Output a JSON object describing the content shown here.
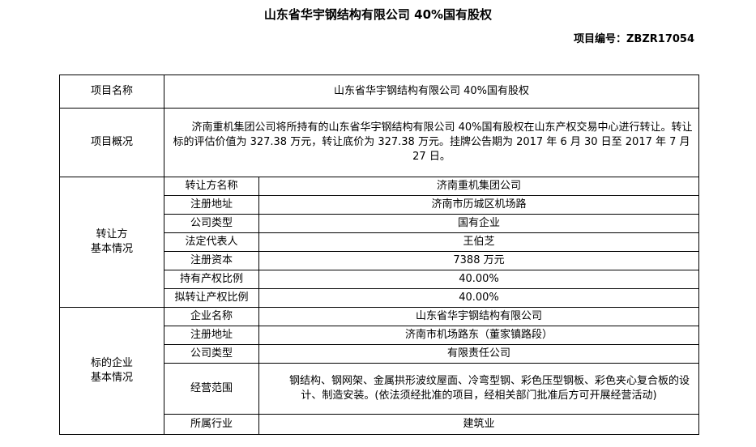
{
  "title": "山东省华宇钢结构有限公司 40%国有股权",
  "project_code": "项目编号：ZBZR17054",
  "rows": {
    "name": {
      "label": "项目名称",
      "value": "山东省华宇钢结构有限公司 40%国有股权"
    },
    "overview": {
      "label": "项目概况",
      "value": "济南重机集团公司将所持有的山东省华宇钢结构有限公司 40%国有股权在山东产权交易中心进行转让。转让标的评估价值为 327.38 万元，转让底价为 327.38 万元。挂牌公告期为 2017 年 6 月 30 日至 2017 年 7 月 27 日。"
    }
  },
  "transferor": {
    "label_line1": "转让方",
    "label_line2": "基本情况",
    "items": [
      {
        "label": "转让方名称",
        "value": "济南重机集团公司"
      },
      {
        "label": "注册地址",
        "value": "济南市历城区机场路"
      },
      {
        "label": "公司类型",
        "value": "国有企业"
      },
      {
        "label": "法定代表人",
        "value": "王伯芝"
      },
      {
        "label": "注册资本",
        "value": "7388 万元"
      },
      {
        "label": "持有产权比例",
        "value": "40.00%"
      },
      {
        "label": "拟转让产权比例",
        "value": "40.00%"
      }
    ]
  },
  "target": {
    "label_line1": "标的企业",
    "label_line2": "基本情况",
    "items": [
      {
        "label": "企业名称",
        "value": "山东省华宇钢结构有限公司"
      },
      {
        "label": "注册地址",
        "value": "济南市机场路东（董家镇路段）"
      },
      {
        "label": "公司类型",
        "value": "有限责任公司"
      },
      {
        "label": "经营范围",
        "value": "钢结构、钢网架、金属拱形波纹屋面、冷弯型钢、彩色压型钢板、彩色夹心复合板的设计、制造安装。(依法须经批准的项目，经相关部门批准后方可开展经营活动)"
      },
      {
        "label": "所属行业",
        "value": "建筑业"
      }
    ]
  }
}
